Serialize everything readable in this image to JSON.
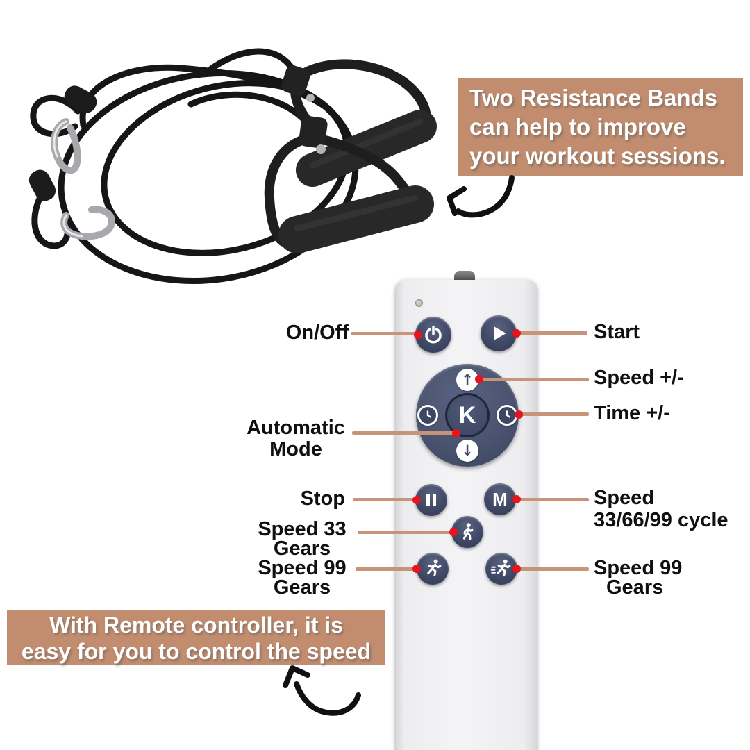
{
  "top_banner": {
    "lines": [
      "Two Resistance Bands",
      "can help to improve",
      "your workout sessions."
    ]
  },
  "bottom_banner": {
    "lines": [
      "With Remote controller, it is",
      "easy for you to control the speed"
    ]
  },
  "remote": {
    "center_key": "K",
    "mode_key": "M"
  },
  "callouts": {
    "on_off": "On/Off",
    "start": "Start",
    "speed_plus_minus": "Speed +/-",
    "time_plus_minus": "Time +/-",
    "automatic_mode": [
      "Automatic",
      "Mode"
    ],
    "stop": "Stop",
    "speed_33_gears": [
      "Speed 33",
      "Gears"
    ],
    "speed_99_gears_left": [
      "Speed 99",
      "Gears"
    ],
    "speed_cycle": [
      "Speed",
      "33/66/99 cycle"
    ],
    "speed_99_gears_right": [
      "Speed 99",
      "Gears"
    ]
  },
  "icons": {
    "up_arrow": "↑",
    "down_arrow": "↓",
    "power": "power symbol",
    "play": "play triangle",
    "pause": "pause bars",
    "timer": "clock",
    "walk": "walking person",
    "run": "running person",
    "sprint": "sprinting person with speed lines",
    "led": "status led",
    "antenna": "top knob"
  },
  "colors": {
    "banner_bg": "#c28d6f",
    "callout_line": "#c79379",
    "callout_dot": "#e8131c",
    "button_navy": "#3f4865",
    "remote_body": "#ededf0"
  }
}
